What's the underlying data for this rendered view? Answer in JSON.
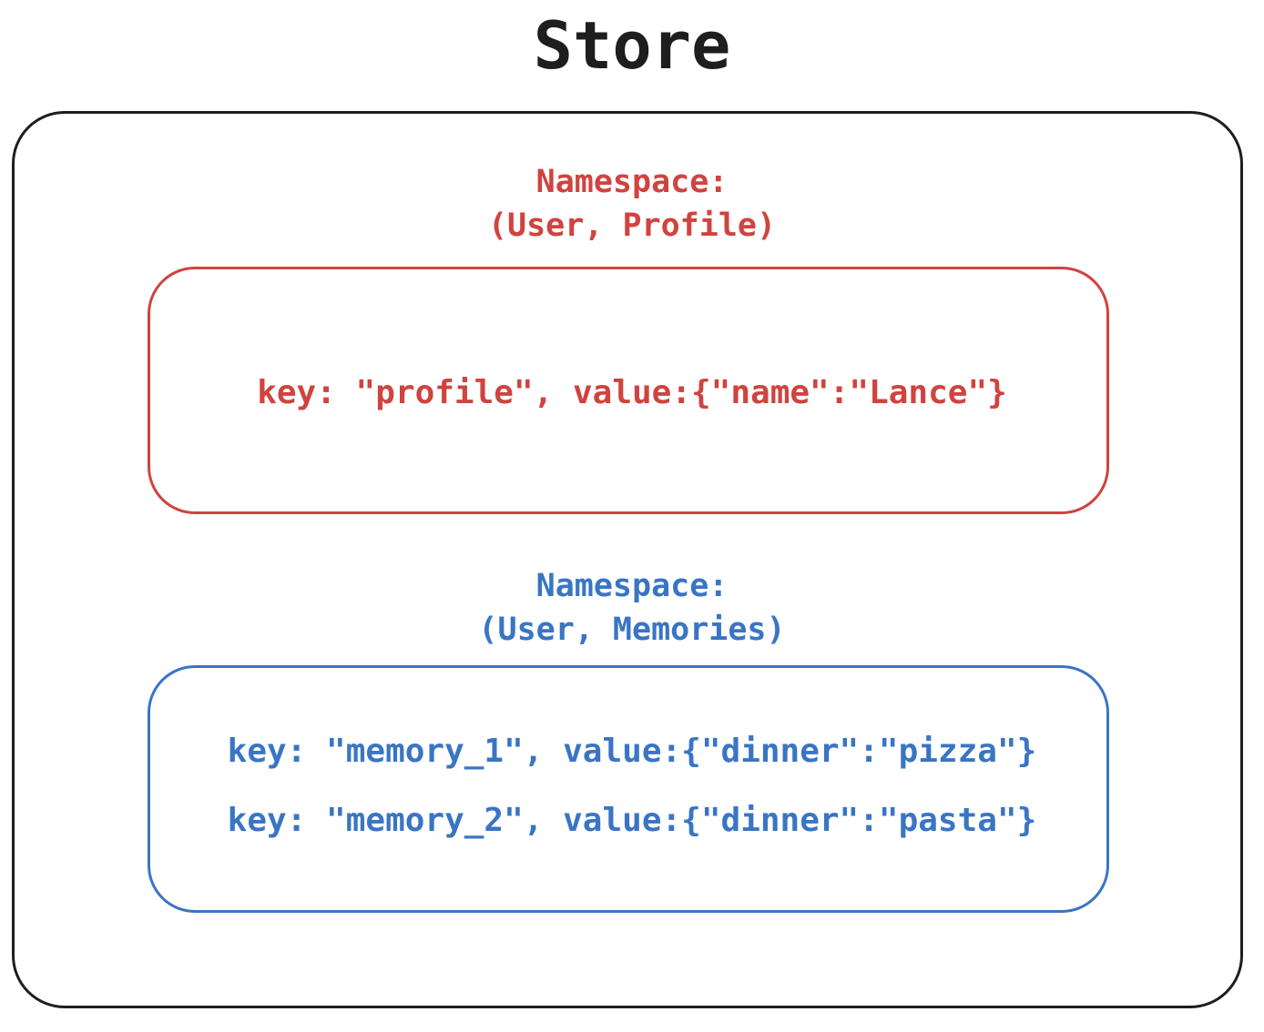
{
  "title": "Store",
  "colors": {
    "store_border": "#1e1e1e",
    "profile_namespace": "#d0433f",
    "memories_namespace": "#3a75c4"
  },
  "namespaces": [
    {
      "label_line1": "Namespace:",
      "label_line2": "(User, Profile)",
      "entries": [
        "key: \"profile\", value:{\"name\":\"Lance\"}"
      ]
    },
    {
      "label_line1": "Namespace:",
      "label_line2": "(User, Memories)",
      "entries": [
        "key: \"memory_1\", value:{\"dinner\":\"pizza\"}",
        "key: \"memory_2\", value:{\"dinner\":\"pasta\"}"
      ]
    }
  ]
}
